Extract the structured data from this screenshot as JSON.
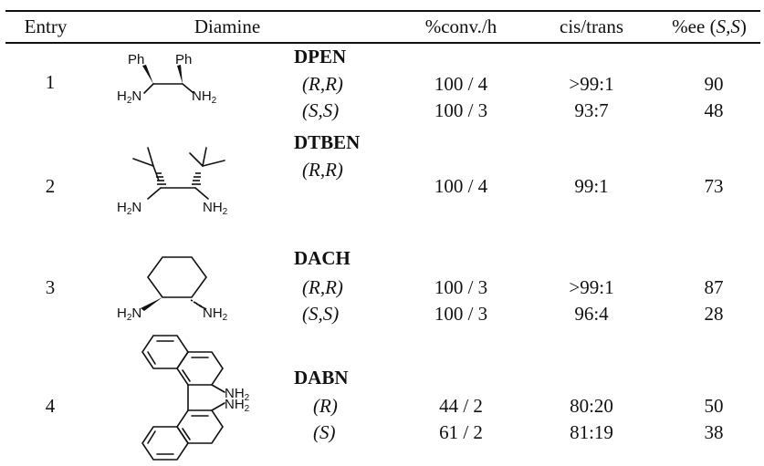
{
  "header": {
    "entry": "Entry",
    "diamine": "Diamine",
    "conv": "%conv./h",
    "cistrans": "cis/trans",
    "ee_prefix": "%ee (",
    "ee_conf": "S,S",
    "ee_suffix": ")"
  },
  "rows": [
    {
      "entry": "1",
      "name": "DPEN",
      "variants": [
        {
          "config": "(R,R)",
          "conv": "100 / 4",
          "cistrans": ">99:1",
          "ee": "90"
        },
        {
          "config": "(S,S)",
          "conv": "100 / 3",
          "cistrans": "93:7",
          "ee": "48"
        }
      ]
    },
    {
      "entry": "2",
      "name": "DTBEN",
      "variants": [
        {
          "config": "(R,R)",
          "conv": "100 / 4",
          "cistrans": "99:1",
          "ee": "73"
        }
      ]
    },
    {
      "entry": "3",
      "name": "DACH",
      "variants": [
        {
          "config": "(R,R)",
          "conv": "100 / 3",
          "cistrans": ">99:1",
          "ee": "87"
        },
        {
          "config": "(S,S)",
          "conv": "100 / 3",
          "cistrans": "96:4",
          "ee": "28"
        }
      ]
    },
    {
      "entry": "4",
      "name": "DABN",
      "variants": [
        {
          "config": "(R)",
          "conv": "44 / 2",
          "cistrans": "80:20",
          "ee": "50"
        },
        {
          "config": "(S)",
          "conv": "61 / 2",
          "cistrans": "81:19",
          "ee": "38"
        }
      ]
    }
  ],
  "labels": {
    "ph": "Ph",
    "h2": "H",
    "nh": "NH",
    "n": "N",
    "two": "2"
  }
}
